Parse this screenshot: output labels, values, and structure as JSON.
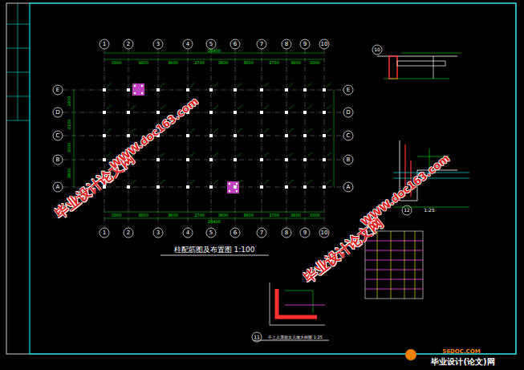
{
  "diagram": {
    "title": "柱配筋图及布置图 1:100",
    "labels": [
      "1",
      "2",
      "3",
      "4",
      "5",
      "6",
      "7",
      "8",
      "9",
      "10",
      "1",
      "2",
      "3",
      "4",
      "5",
      "6",
      "7",
      "8",
      "9",
      "10",
      "E",
      "D",
      "C",
      "B",
      "A",
      "E",
      "D",
      "C",
      "B",
      "A",
      "3300",
      "3600",
      "3600",
      "2700",
      "3600",
      "3600",
      "2700",
      "3600",
      "3300",
      "28400",
      "3300",
      "3600",
      "3600",
      "2700",
      "3600",
      "3600",
      "2700",
      "3600",
      "3300",
      "28400",
      "2400",
      "2100",
      "3000",
      "3900",
      "毕业设计论文网",
      "WWW.doc163.com",
      "毕业设计论文网",
      "WWW.doc163.com",
      "毕业设计(论文)网",
      "56DOC.COM",
      "10",
      "12",
      "1:25",
      "11",
      "不上人屋面女儿墙大样图 1:25"
    ]
  }
}
